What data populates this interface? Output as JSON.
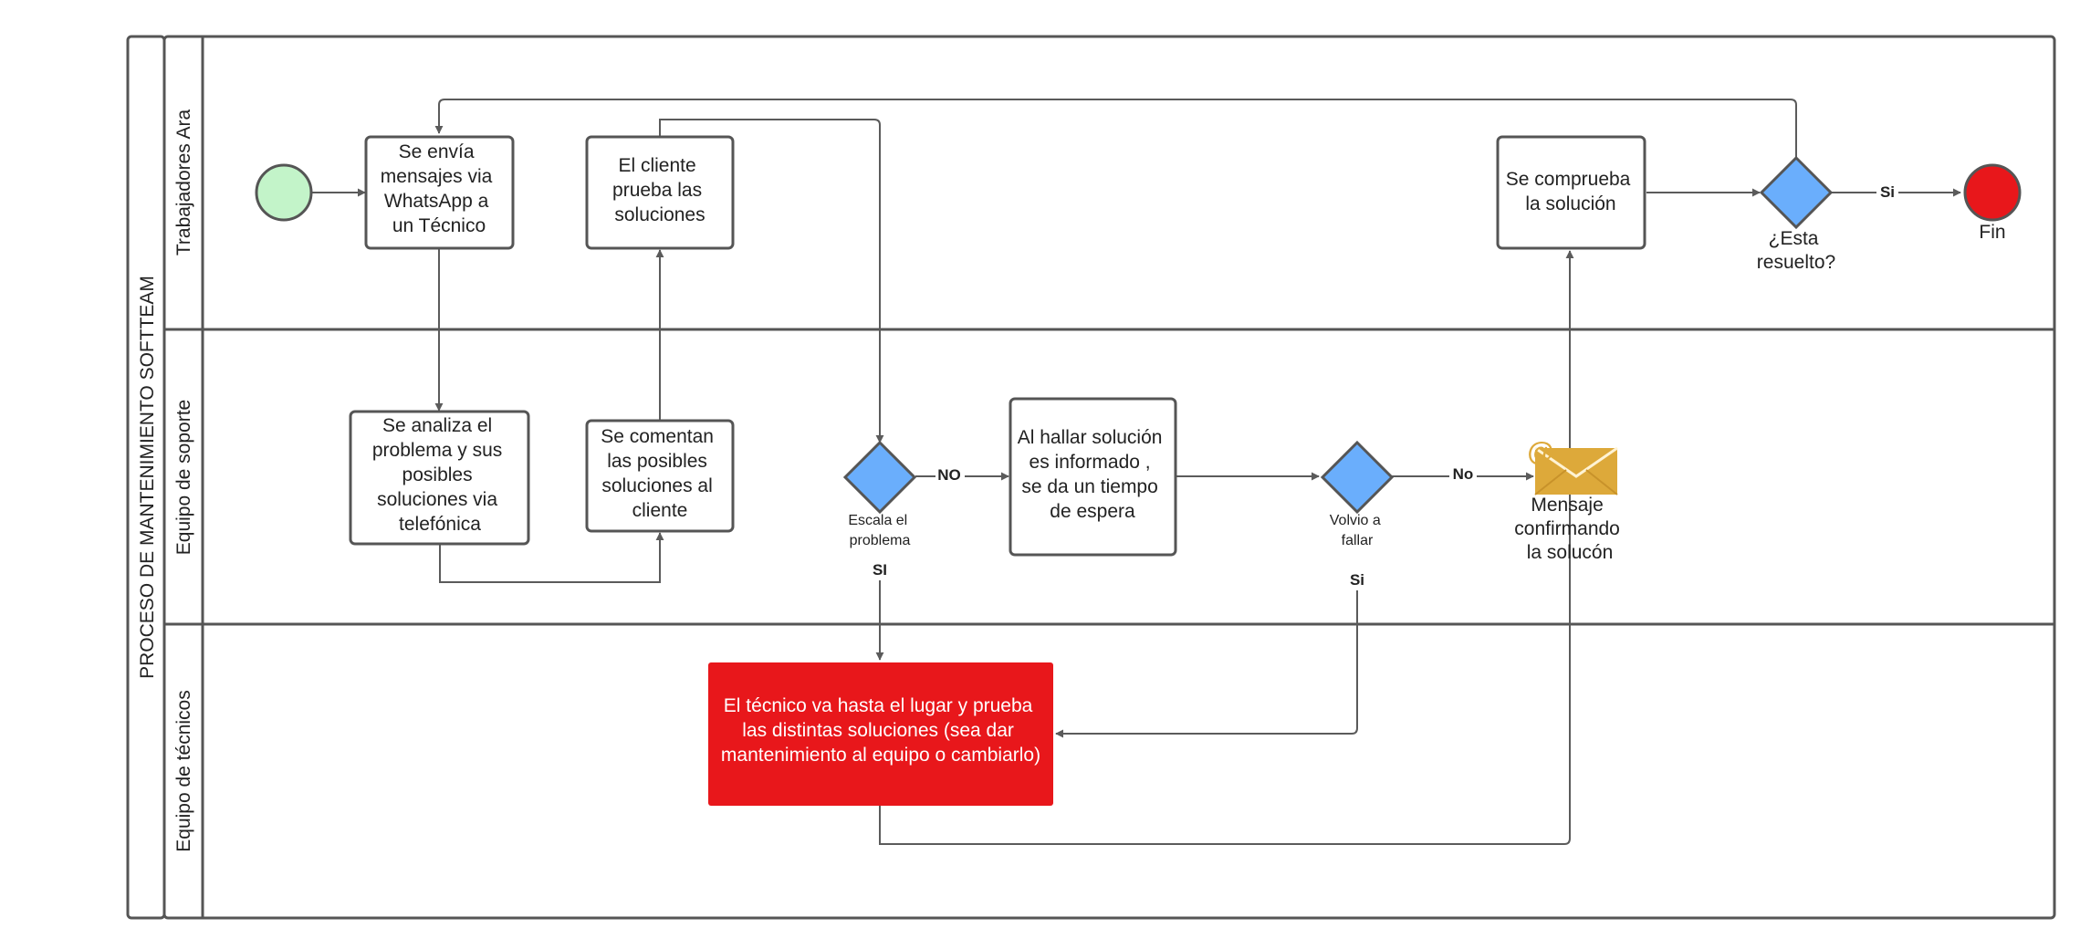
{
  "pool": {
    "title": "PROCESO DE MANTENIMIENTO SOFTTEAM"
  },
  "lanes": [
    {
      "id": "trabajadores",
      "label": "Trabajadores Ara"
    },
    {
      "id": "soporte",
      "label": "Equipo de soporte"
    },
    {
      "id": "tecnicos",
      "label": "Equipo de técnicos"
    }
  ],
  "tasks": {
    "enviar_mensajes": [
      "Se envía",
      "mensajes via",
      "WhatsApp a",
      "un Técnico"
    ],
    "cliente_prueba": [
      "El cliente",
      "prueba las",
      "soluciones"
    ],
    "comprueba": [
      "Se comprueba",
      "la solución"
    ],
    "analiza": [
      "Se analiza el",
      "problema y sus",
      "posibles",
      "soluciones via",
      "telefónica"
    ],
    "comentan": [
      "Se comentan",
      "las posibles",
      "soluciones al",
      "cliente"
    ],
    "tiempo_espera": [
      "Al hallar solución",
      "es informado ,",
      "se da un tiempo",
      "de espera"
    ],
    "tecnico_va": [
      "El técnico va hasta el lugar y prueba",
      "las distintas soluciones (sea dar",
      "mantenimiento al equipo o cambiarlo)"
    ]
  },
  "gateways": {
    "resuelto": [
      "¿Esta",
      "resuelto?"
    ],
    "escala": [
      "Escala el",
      "problema"
    ],
    "volvio": [
      "Volvio a",
      "fallar"
    ]
  },
  "events": {
    "end_label": "Fin",
    "mensaje": [
      "Mensaje",
      "confirmando",
      "la solucón"
    ]
  },
  "edge_labels": {
    "si_resuelto": "Si",
    "no_escala": "NO",
    "si_escala": "SI",
    "no_volvio": "No",
    "si_volvio": "Si"
  },
  "colors": {
    "start_event": "#c3f4c9",
    "end_event": "#e8171b",
    "gateway": "#6aaefc",
    "technician_task": "#e8171b",
    "message_envelope": "#dda93a",
    "stroke": "#555555"
  }
}
